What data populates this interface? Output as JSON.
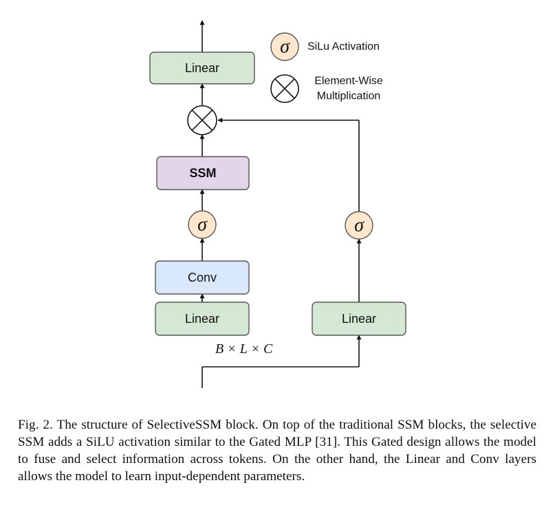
{
  "diagram": {
    "blocks": {
      "linear_top": "Linear",
      "ssm": "SSM",
      "conv": "Conv",
      "linear_left": "Linear",
      "linear_right": "Linear"
    },
    "sigma_symbol": "σ",
    "input_label": "B × L × C",
    "legend": {
      "silu_label": "SiLu Activation",
      "mult_label_line1": "Element-Wise",
      "mult_label_line2": "Multiplication"
    },
    "colors": {
      "linear_fill": "#d5e8d4",
      "ssm_fill": "#e1d5e7",
      "conv_fill": "#dae8fc",
      "sigma_fill": "#ffe6cc"
    }
  },
  "caption": "Fig. 2.  The structure of SelectiveSSM block. On top of the traditional SSM blocks, the selective SSM adds a SiLU activation similar to the Gated MLP [31]. This Gated design allows the model to fuse and select information across tokens. On the other hand, the Linear and Conv layers allows the model to learn input-dependent parameters."
}
